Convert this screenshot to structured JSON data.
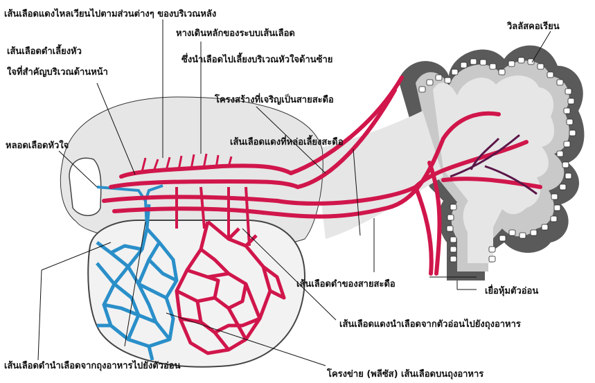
{
  "labels": {
    "dorsal_aorta_branches": "เส้นเลือดแดงไหลเวียนไปตามส่วนต่างๆ ของบริเวณหลัง",
    "tail_dorsal_aorta": "หางเดินหลักของระบบเส้นเลือด",
    "left_heart_outflow": "ซึ่งนำเลือดไปเลี้ยงบริเวณหัวใจด้านซ้าย",
    "anterior_cardinal_vein": "เส้นเลือดดำเลี้ยงหัว",
    "anterior_region": "ใจที่สำคัญบริเวณด้านหน้า",
    "allantois": "โครงสร้างที่เจริญเป็นสายสะดือ",
    "heart_tube": "หลอดเลือดหัวใจ",
    "umbilical_artery": "เส้นเลือดแดงที่หล่อเลี้ยงสะดือ",
    "chorionic_villi": "วิลลัสคอเรียน",
    "umbilical_vein": "เส้นเลือดดำของสายสะดือ",
    "chorion": "เยื่อหุ้มตัวอ่อน",
    "vitelline_artery": "เส้นเลือดแดงนำเลือดจากตัวอ่อนไปยังถุงอาหาร",
    "vitelline_vein": "เส้นเลือดดำนำเลือดจากถุงอาหารไปยังตัวอ่อน",
    "yolk_sac_plexus": "โครงข่าย (พลีซัส) เส้นเลือดบนถุงอาหาร"
  },
  "colors": {
    "artery": "#d0164b",
    "vein": "#2a8fc9",
    "deep_vessel": "#5a1548",
    "body_fill": "#e6e6e6",
    "villus_dark": "#5a5a5a",
    "villus_mid": "#c9c9c9",
    "cell_fill": "#ffffff",
    "text": "#111111"
  }
}
